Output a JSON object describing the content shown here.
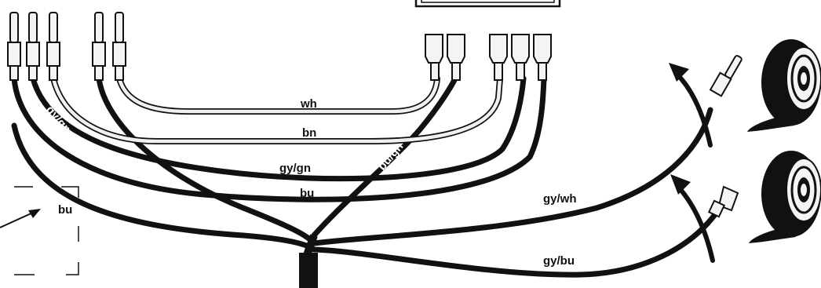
{
  "colors": {
    "wire_dark": "#111111",
    "wire_light_fill": "#f0f0f0",
    "wire_light_outline": "#111111",
    "terminal_fill": "#f4f4f4",
    "tape_roll": "#111111",
    "background": "#ffffff"
  },
  "icons": {
    "male_connector": "flat-blade-male-connector-icon",
    "female_connector": "flat-blade-female-connector-icon",
    "insulating_tape": "tape-roll-icon",
    "curved_arrow": "curved-arrow-icon",
    "pointer_arrow": "pointer-arrow-icon"
  },
  "wires": {
    "wh": "wh",
    "bn": "bn",
    "gy_gn_left": "gy/gn",
    "gy_ye": "gy/ye",
    "gy_gn": "gy/gn",
    "bu": "bu",
    "bu_gn": "bu/gn",
    "gy_wh": "gy/wh",
    "gy_bu": "gy/bu"
  },
  "detail_frame": {
    "label": "bu"
  }
}
